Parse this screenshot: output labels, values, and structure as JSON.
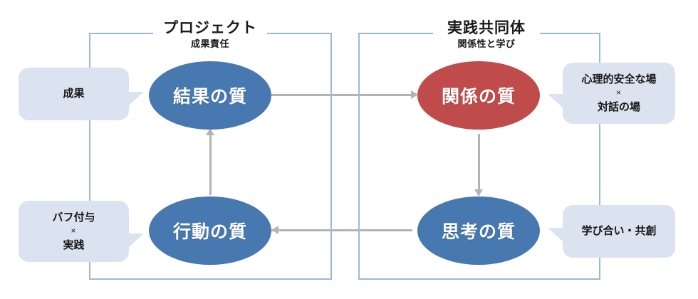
{
  "groups": [
    {
      "title": "プロジェクト",
      "subtitle": "成果責任"
    },
    {
      "title": "実践共同体",
      "subtitle": "関係性と学び"
    }
  ],
  "nodes": [
    {
      "label": "結果の質",
      "color": "#4878b0"
    },
    {
      "label": "関係の質",
      "color": "#bf4b4b"
    },
    {
      "label": "行動の質",
      "color": "#4878b0"
    },
    {
      "label": "思考の質",
      "color": "#4878b0"
    }
  ],
  "callouts": [
    {
      "lines": [
        "成果"
      ]
    },
    {
      "lines": [
        "心理的安全な場",
        "×",
        "対話の場"
      ]
    },
    {
      "lines": [
        "バフ付与",
        "×",
        "実践"
      ]
    },
    {
      "lines": [
        "学び合い・共創"
      ]
    }
  ],
  "colors": {
    "blue_node": "#4878b0",
    "red_node": "#bf4b4b",
    "callout_bg": "#dce3f0",
    "frame_border": "#9db7db",
    "arrow": "#b3b3b3"
  }
}
